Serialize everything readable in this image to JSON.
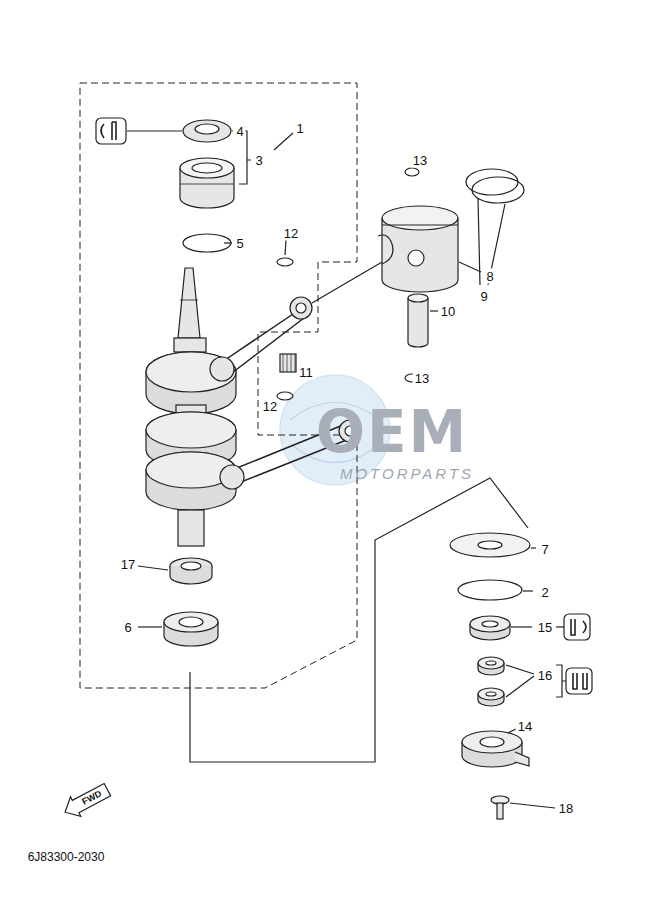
{
  "diagram": {
    "labels": [
      "1",
      "4",
      "3",
      "12",
      "13",
      "9",
      "5",
      "8",
      "10",
      "11",
      "13",
      "12",
      "OEM",
      "MOTORPARTS",
      "7",
      "2",
      "17",
      "15",
      "6",
      "16",
      "14",
      "18",
      "FWD",
      "6J83300-2030"
    ]
  }
}
